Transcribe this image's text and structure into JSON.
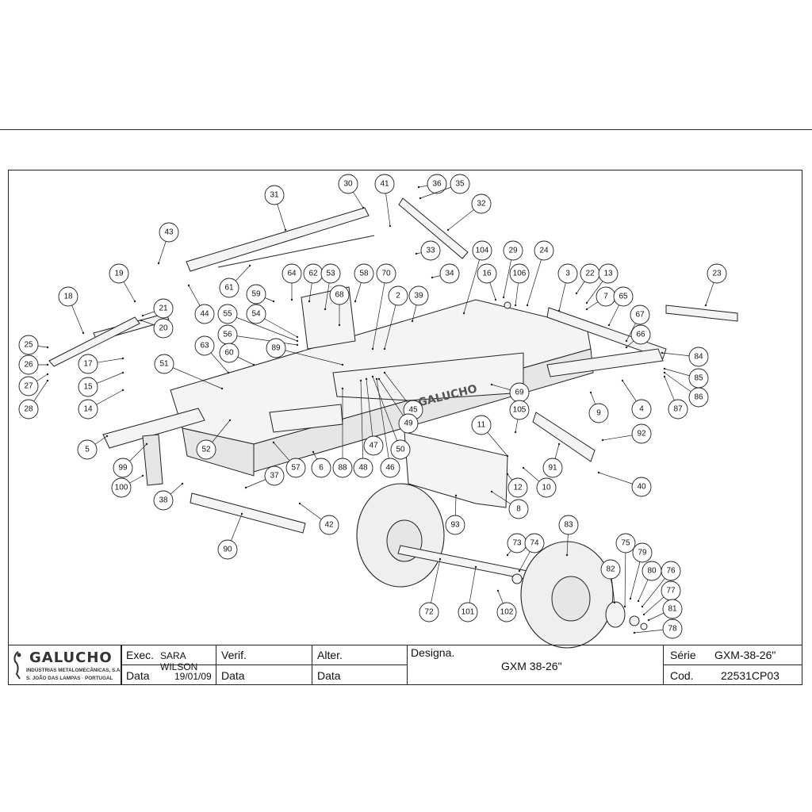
{
  "title_block": {
    "company_name": "GALUCHO",
    "company_line1": "INDÚSTRIAS METALOMECÂNICAS, S.A.",
    "company_line2": "S. JOÃO DAS LAMPAS · PORTUGAL",
    "exec_label": "Exec.",
    "exec_value": "SARA WILSON",
    "verif_label": "Verif.",
    "alter_label": "Alter.",
    "designa_label": "Designa.",
    "designa_value": "GXM 38-26\"",
    "data_label": "Data",
    "data_value": "19/01/09",
    "verif_data_label": "Data",
    "alter_data_label": "Data",
    "serie_label": "Série",
    "serie_value": "GXM-38-26\"",
    "cod_label": "Cod.",
    "cod_value": "22531CP03"
  },
  "frame_brand_text": "GALUCHO",
  "callouts": [
    "31",
    "30",
    "41",
    "36",
    "35",
    "32",
    "43",
    "33",
    "34",
    "104",
    "29",
    "24",
    "16",
    "106",
    "3",
    "22",
    "13",
    "23",
    "19",
    "61",
    "64",
    "62",
    "53",
    "58",
    "70",
    "59",
    "68",
    "2",
    "39",
    "7",
    "65",
    "18",
    "21",
    "20",
    "44",
    "55",
    "54",
    "67",
    "56",
    "66",
    "25",
    "63",
    "60",
    "89",
    "84",
    "26",
    "17",
    "85",
    "27",
    "15",
    "51",
    "69",
    "86",
    "28",
    "14",
    "87",
    "45",
    "9",
    "4",
    "5",
    "52",
    "105",
    "11",
    "92",
    "49",
    "99",
    "57",
    "6",
    "88",
    "48",
    "47",
    "46",
    "50",
    "91",
    "100",
    "38",
    "37",
    "12",
    "10",
    "40",
    "8",
    "42",
    "93",
    "90",
    "83",
    "73",
    "74",
    "75",
    "79",
    "82",
    "80",
    "76",
    "77",
    "72",
    "101",
    "102",
    "81",
    "78"
  ]
}
